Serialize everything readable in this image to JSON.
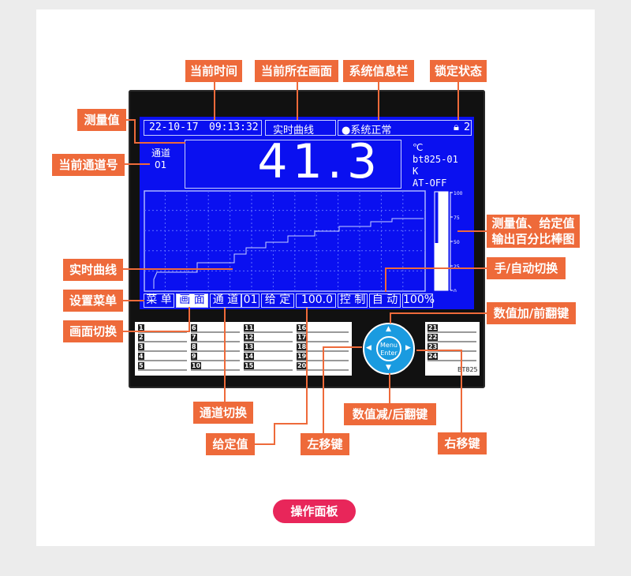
{
  "screen": {
    "date": "22-10-17",
    "time": "09:13:32",
    "page": "实时曲线",
    "status": "●系统正常",
    "lock_level": "2",
    "channel_label": "通道",
    "channel_no": "01",
    "value": "41.3",
    "unit": "℃",
    "tag": "bt825-01",
    "sensor": "K",
    "at": "AT-OFF",
    "bar_ticks": [
      "100",
      "75",
      "50",
      "25",
      "0"
    ],
    "bar_levels_percent": [
      48,
      100,
      100
    ]
  },
  "toolbar": [
    "菜 单",
    "画 面",
    "通 道",
    "01",
    "给 定",
    "100.0",
    "控 制",
    "自 动",
    "100%"
  ],
  "keys": {
    "center_top": "Menu",
    "center_bottom": "Enter",
    "channels": [
      "1",
      "2",
      "3",
      "4",
      "5",
      "6",
      "7",
      "8",
      "9",
      "10",
      "11",
      "12",
      "13",
      "14",
      "15",
      "16",
      "17",
      "18",
      "19",
      "20",
      "21",
      "22",
      "23",
      "24"
    ],
    "model": "BT825"
  },
  "labels": {
    "time": "当前时间",
    "page": "当前所在画面",
    "sysinfo": "系统信息栏",
    "lock": "锁定状态",
    "measured": "测量值",
    "channel": "当前通道号",
    "curve": "实时曲线",
    "menu": "设置菜单",
    "switch_page": "画面切换",
    "bar": "测量值、给定值\n输出百分比棒图",
    "manual_auto": "手/自动切换",
    "up": "数值加/前翻键",
    "switch_channel": "通道切换",
    "setpoint": "给定值",
    "left": "左移键",
    "down": "数值减/后翻键",
    "right": "右移键"
  },
  "caption": "操作面板",
  "colors": {
    "screen": "#0a10f0",
    "callout": "#ee6a3a",
    "caption": "#e8265a",
    "key": "#1a9be0"
  }
}
